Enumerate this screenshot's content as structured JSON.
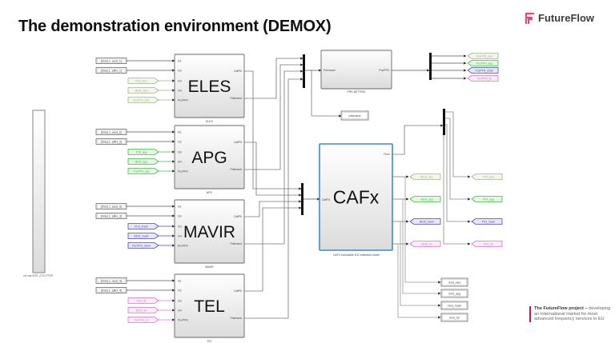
{
  "slide": {
    "title": "The demonstration environment (DEMOX)",
    "logo_text": "FutureFlow",
    "footnote": {
      "lead": "The FutureFlow project –",
      "body": "developing an International market for most advanced frequency services in EU"
    }
  },
  "colors": {
    "eles": "#9bb88a",
    "apg": "#3fbf3f",
    "mavir": "#4a4ac0",
    "tel": "#e070d0",
    "cafx_border": "#3a8cc6",
    "logo_accent": "#e8457a",
    "footnote_accent": "#c0184f"
  },
  "diagram": {
    "left_block_label": "rel.use.MTE_DTC.PTGP",
    "tso_blocks": [
      {
        "name": "ELES",
        "caption": "ELES",
        "inputs": [
          "[time] 1: aout_1]",
          "[time] 1: aRH_1]",
          "Pref_eles",
          "BESt_eles",
          "PucPFN_eles"
        ],
        "ports_in": [
          "In1",
          "In2",
          "In3",
          "In4",
          "PucPFN"
        ],
        "ports_out": [
          "CafPN",
          "Pdemand"
        ]
      },
      {
        "name": "APG",
        "caption": "APG",
        "inputs": [
          "[time] 1: aout_2]",
          "[time] 1: aRH_2]",
          "Pref_apg",
          "BESt_apg",
          "PucPFN_apg"
        ],
        "ports_in": [
          "In1",
          "In2",
          "In3",
          "In4",
          "PucPFN"
        ],
        "ports_out": [
          "CafPN",
          "Pdemand"
        ]
      },
      {
        "name": "MAVIR",
        "caption": "MAVIR",
        "inputs": [
          "[time] 1: aout_3]",
          "[time] 1: aRH_3]",
          "Pref_mavir",
          "BESt_mavir",
          "PucPFN_mavir"
        ],
        "ports_in": [
          "In1",
          "In2",
          "In3",
          "In4",
          "PucPFN"
        ],
        "ports_out": [
          "CafPN",
          "Pdemand"
        ]
      },
      {
        "name": "TEL",
        "caption": "TEL",
        "inputs": [
          "[time] 1: aout_4]",
          "[time] 1: aRH_4]",
          "Pref_tel",
          "BESt_tel",
          "PucPFN_tel"
        ],
        "ports_in": [
          "In1",
          "In2",
          "In3",
          "In4",
          "PucPFN"
        ],
        "ports_out": [
          "CafPN",
          "Pdemand"
        ]
      }
    ],
    "netting": {
      "caption": "PRE-NETTING",
      "in_port": "Pdemand",
      "out_port": "PucPFN",
      "outputs": [
        "PucPFN_eles",
        "PucPFN_apg",
        "PucPFN_mavir",
        "PucPFN_tel"
      ]
    },
    "pdemand_label": "pdemand",
    "cafx": {
      "name": "CAFx",
      "caption": "CAFX Dollovable D12 extended model",
      "in_port": "CafPN",
      "out_port": "Pcon",
      "outputs": [
        "BESt_eles",
        "BESt_apg",
        "BESt_mavir",
        "BESt_tel"
      ],
      "pref_outputs": [
        "Pref_eles",
        "Pref_apg",
        "Pref_mavir",
        "Pref_tel"
      ]
    },
    "mod_outputs": [
      "mod_eles",
      "mod_apg",
      "mod_mavir",
      "mod_tel"
    ]
  }
}
